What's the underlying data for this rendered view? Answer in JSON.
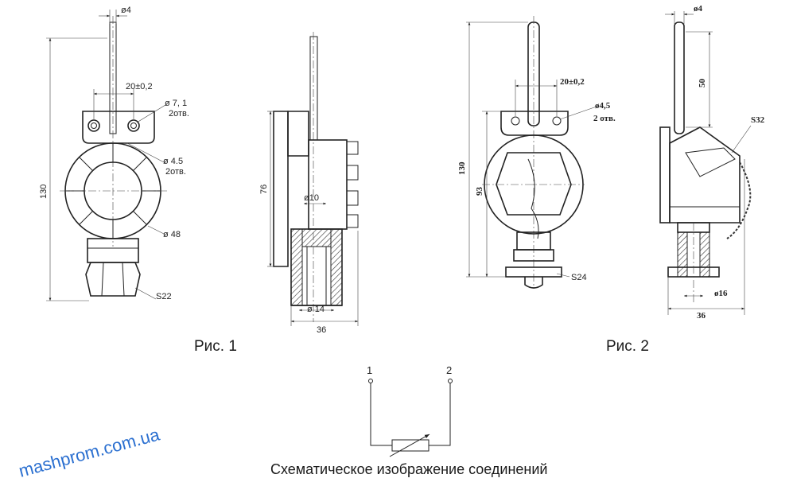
{
  "fig1": {
    "caption": "Рис. 1",
    "dims": {
      "dia_rod": "ø4",
      "spacing": "20±0,2",
      "dia_holes": "ø 7, 1",
      "holes_count": "2отв.",
      "dia_small": "ø 4.5",
      "small_count": "2отв.",
      "height": "130",
      "dia_head": "ø 48",
      "wrench": "S22"
    }
  },
  "fig1side": {
    "dims": {
      "height": "76",
      "dia_inner": "ø10",
      "dia_thread": "ø 14",
      "width": "36"
    }
  },
  "fig2": {
    "caption": "Рис. 2",
    "dims": {
      "dia_rod": "ø4",
      "spacing": "20±0,2",
      "dia_holes": "ø4,5",
      "holes_count": "2 отв.",
      "height": "130",
      "height2": "93",
      "wrench": "S24",
      "length": "50",
      "wrench_side": "S32",
      "dia_thread": "ø16",
      "width": "36"
    }
  },
  "schematic": {
    "terminal1": "1",
    "terminal2": "2",
    "caption": "Схематическое изображение соединений"
  },
  "watermark": "mashprom.com.ua",
  "colors": {
    "line": "#222222",
    "watermark": "#2a6fd0",
    "background": "#ffffff"
  }
}
